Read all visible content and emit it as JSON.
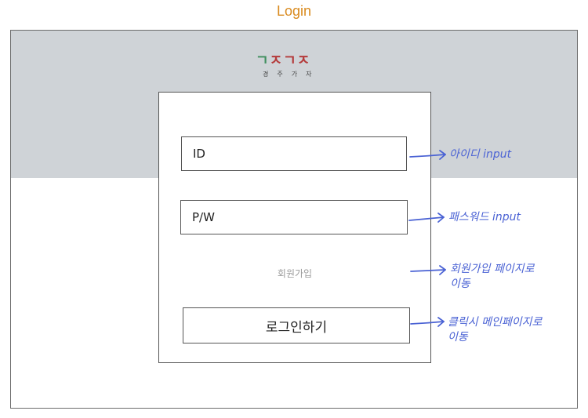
{
  "page": {
    "title": "Login"
  },
  "logo": {
    "glyphs_green_1": "ㄱ",
    "glyphs_red_1": "ㅈ",
    "glyphs_green_2": "ㄱ",
    "glyphs_red_2": "ㅈ",
    "subtitle": "경주가자"
  },
  "login": {
    "id_placeholder": "ID",
    "pw_placeholder": "P/W",
    "signup_label": "회원가입",
    "submit_label": "로그인하기"
  },
  "annotations": {
    "id_note": "아이디 input",
    "pw_note": "패스워드 input",
    "signup_note_line1": "회원가입 페이지로",
    "signup_note_line2": "이동",
    "login_note_line1": "클릭시 메인페이지로",
    "login_note_line2": "이동"
  },
  "colors": {
    "title": "#d98a1e",
    "header_band": "#cfd3d7",
    "logo_green": "#3f8f5e",
    "logo_red": "#b43a3a",
    "annotation": "#4a62d4"
  }
}
